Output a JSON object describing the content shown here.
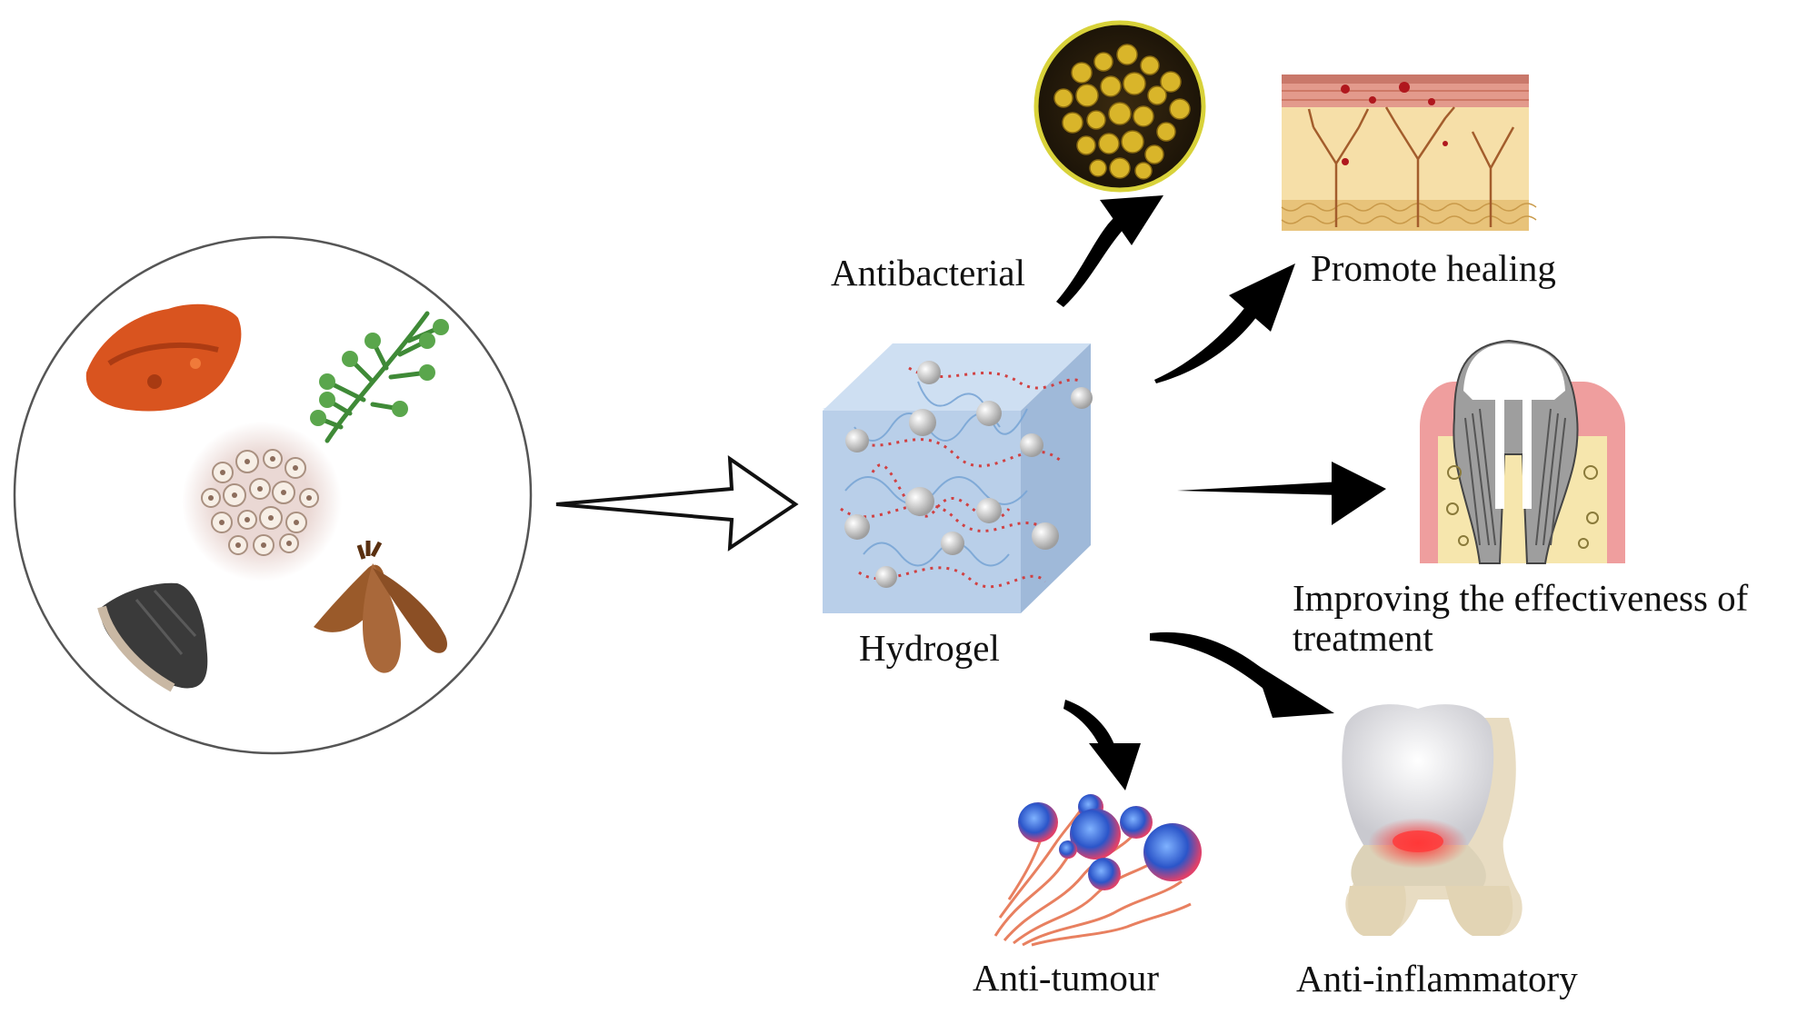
{
  "diagram": {
    "source_circle": {
      "items": [
        {
          "name": "red-mineral-icon"
        },
        {
          "name": "green-herb-leaf-icon"
        },
        {
          "name": "sliced-root-pieces-icon"
        },
        {
          "name": "dark-dried-herb-icon"
        },
        {
          "name": "brown-root-tuber-icon"
        }
      ]
    },
    "center": {
      "label": "Hydrogel"
    },
    "effects": {
      "antibacterial": "Antibacterial",
      "promote_healing": "Promote healing",
      "improving": "Improving the effectiveness of treatment",
      "anti_tumour": "Anti-tumour",
      "anti_inflammatory": "Anti-inflammatory"
    },
    "colors": {
      "cube_front": "#b9cfe9",
      "cube_top": "#cedff2",
      "cube_side": "#9fb9d9",
      "bacteria": "#d9b52a",
      "skin": "#f6dfa8",
      "blood": "#c62828",
      "arrow": "#000000"
    }
  }
}
